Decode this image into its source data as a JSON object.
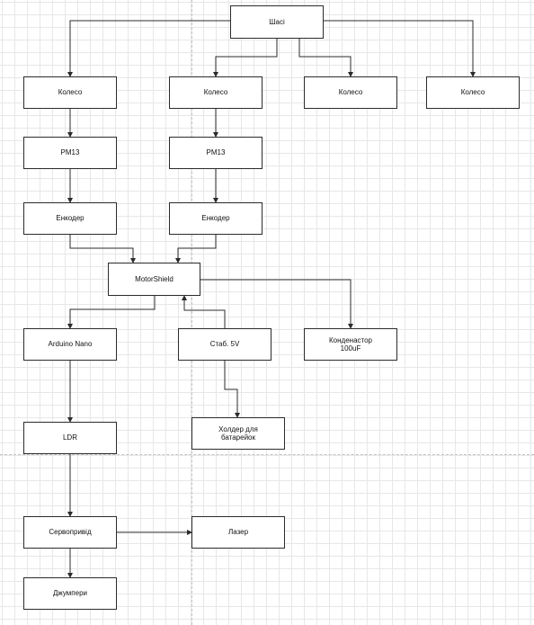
{
  "diagram": {
    "nodes": [
      {
        "id": "chassis",
        "label": "Шасі"
      },
      {
        "id": "wheel1",
        "label": "Колесо"
      },
      {
        "id": "wheel2",
        "label": "Колесо"
      },
      {
        "id": "wheel3",
        "label": "Колесо"
      },
      {
        "id": "wheel4",
        "label": "Колесо"
      },
      {
        "id": "pm13a",
        "label": "PM13"
      },
      {
        "id": "pm13b",
        "label": "PM13"
      },
      {
        "id": "encoder1",
        "label": "Енкодер"
      },
      {
        "id": "encoder2",
        "label": "Енкодер"
      },
      {
        "id": "motorshield",
        "label": "MotorShield"
      },
      {
        "id": "arduino",
        "label": "Arduino Nano"
      },
      {
        "id": "stab5v",
        "label": "Стаб. 5V"
      },
      {
        "id": "capacitor",
        "label": "Конденастор\n100uF"
      },
      {
        "id": "holder",
        "label": "Холдер для\nбатарейок"
      },
      {
        "id": "ldr",
        "label": "LDR"
      },
      {
        "id": "servo",
        "label": "Сервопривід"
      },
      {
        "id": "laser",
        "label": "Лазер"
      },
      {
        "id": "jumpers",
        "label": "Джумпери"
      }
    ],
    "edges": [
      {
        "from": "chassis",
        "to": "wheel1"
      },
      {
        "from": "chassis",
        "to": "wheel2"
      },
      {
        "from": "chassis",
        "to": "wheel3"
      },
      {
        "from": "chassis",
        "to": "wheel4"
      },
      {
        "from": "wheel1",
        "to": "pm13a"
      },
      {
        "from": "wheel2",
        "to": "pm13b"
      },
      {
        "from": "pm13a",
        "to": "encoder1"
      },
      {
        "from": "pm13b",
        "to": "encoder2"
      },
      {
        "from": "encoder1",
        "to": "motorshield"
      },
      {
        "from": "encoder2",
        "to": "motorshield"
      },
      {
        "from": "motorshield",
        "to": "arduino"
      },
      {
        "from": "motorshield",
        "to": "capacitor"
      },
      {
        "from": "stab5v",
        "to": "motorshield"
      },
      {
        "from": "stab5v",
        "to": "holder"
      },
      {
        "from": "arduino",
        "to": "ldr"
      },
      {
        "from": "ldr",
        "to": "servo"
      },
      {
        "from": "servo",
        "to": "laser"
      },
      {
        "from": "servo",
        "to": "jumpers"
      }
    ]
  }
}
